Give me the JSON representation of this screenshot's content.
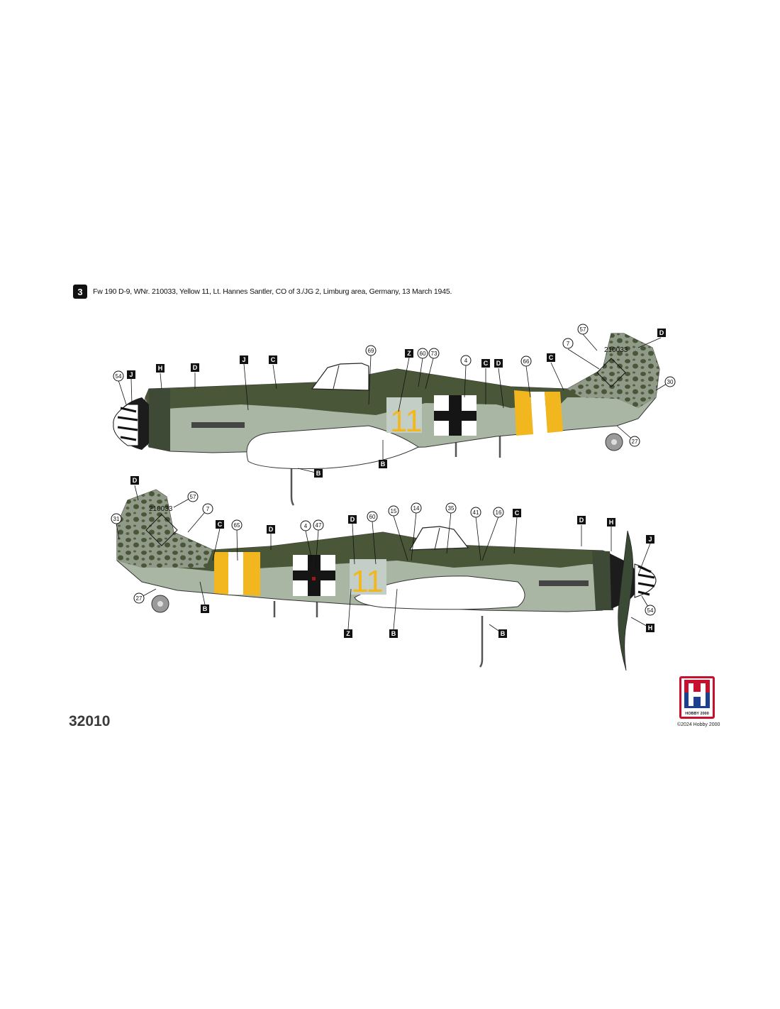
{
  "caption": {
    "profile_number": "3",
    "text": "Fw 190 D-9, WNr. 210033, Yellow 11, Lt. Hannes Santler, CO of 3./JG 2, Limburg area, Germany, 13 March 1945."
  },
  "kit_number": "32010",
  "logo": {
    "letter": "H",
    "text": "HOBBY 2000",
    "color": "#c8102e"
  },
  "copyright": "©2024 Hobby 2000",
  "colors": {
    "upper_green": "#4a5638",
    "lower_grey": "#a9b6a4",
    "band_yellow": "#f2b61f",
    "band_white": "#ffffff",
    "cross_black": "#151515"
  },
  "aircraft": {
    "serial": "210033",
    "tactical_number": "11"
  },
  "callouts_top": {
    "c54": "54",
    "J1": "J",
    "H1": "H",
    "D1": "D",
    "J2": "J",
    "C1": "C",
    "c69": "69",
    "Z1": "Z",
    "c60": "60",
    "c73": "73",
    "c4": "4",
    "C2": "C",
    "D2": "D",
    "c66": "66",
    "C3": "C",
    "c7": "7",
    "c57": "57",
    "D3": "D",
    "c30": "30",
    "c27": "27",
    "B1": "B",
    "B2": "B"
  },
  "callouts_bottom": {
    "D1": "D",
    "c57": "57",
    "c7": "7",
    "c31": "31",
    "C1": "C",
    "c65": "65",
    "D2": "D",
    "c4": "4",
    "c47": "47",
    "D3": "D",
    "c60": "60",
    "c15": "15",
    "c14": "14",
    "c35": "35",
    "c41": "41",
    "c16": "16",
    "C2": "C",
    "D4": "D",
    "H1": "H",
    "J1": "J",
    "c27": "27",
    "B1": "B",
    "Z1": "Z",
    "B2": "B",
    "B3": "B",
    "c54": "54",
    "H2": "H"
  }
}
